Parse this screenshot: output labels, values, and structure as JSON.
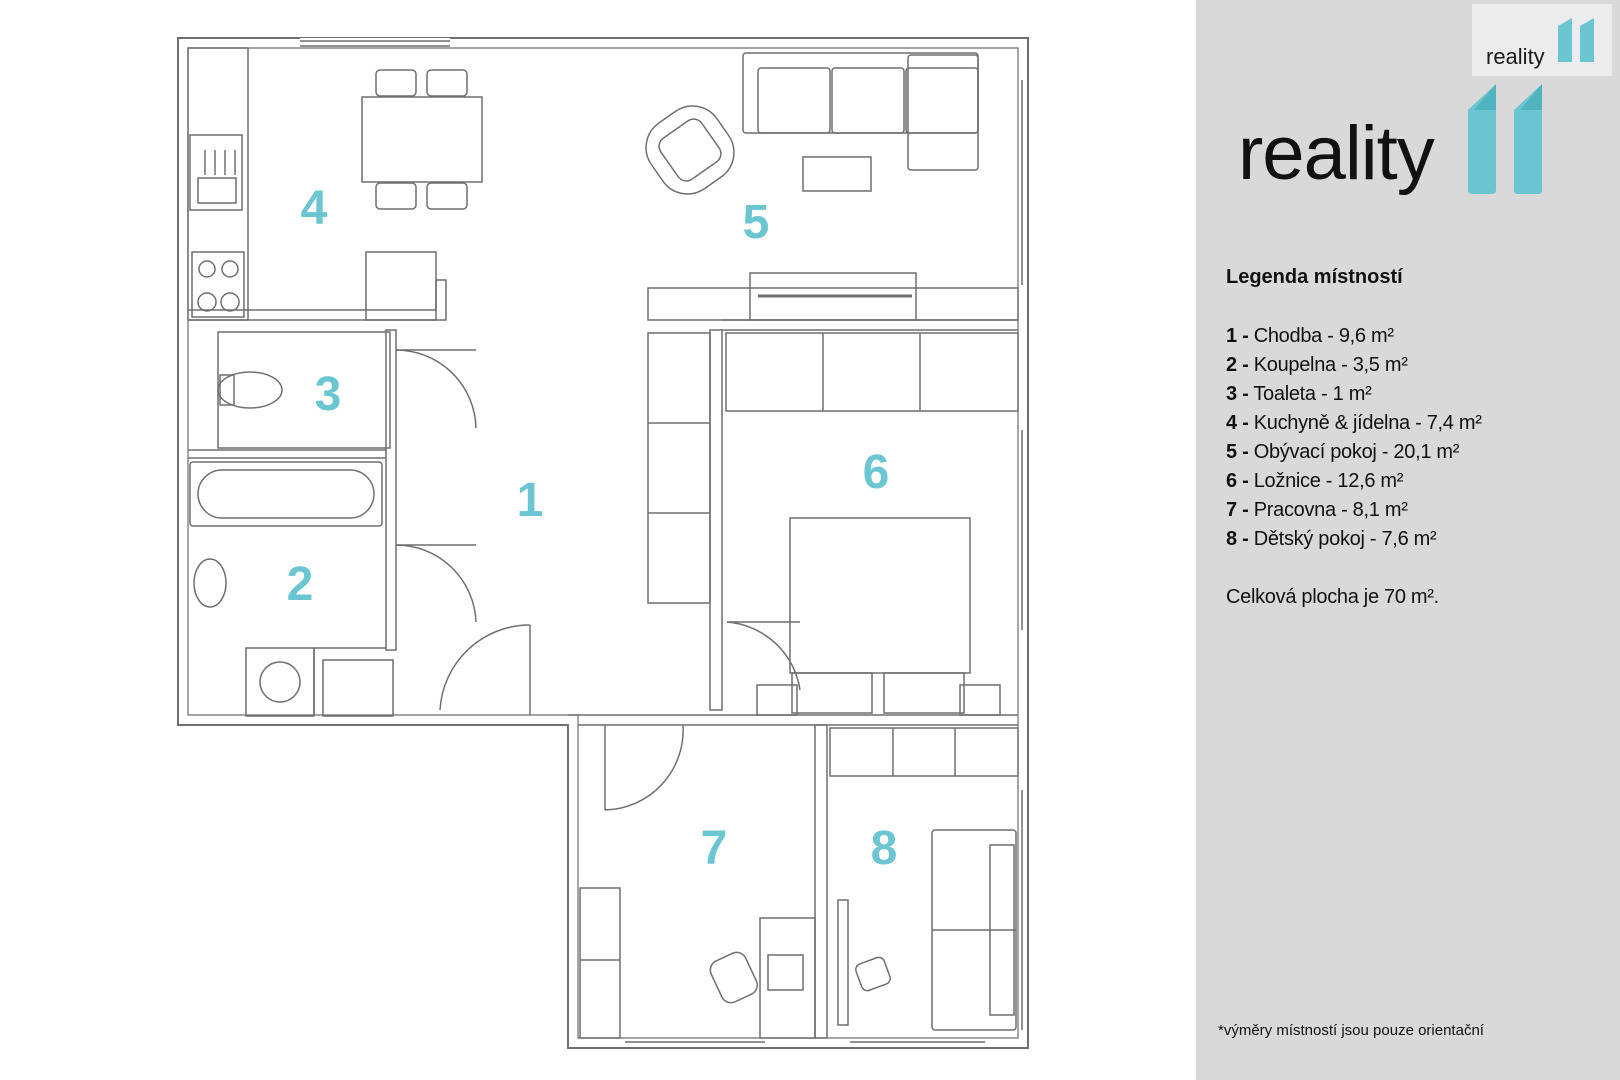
{
  "brand": {
    "small_logo_text": "reality",
    "big_logo_text": "reality",
    "logo_mark": "11",
    "accent_color": "#6cc6d1"
  },
  "plan": {
    "room_numbers": [
      "1",
      "2",
      "3",
      "4",
      "5",
      "6",
      "7",
      "8"
    ]
  },
  "legend": {
    "title": "Legenda místností",
    "items": [
      {
        "num": "1 -",
        "text": "Chodba - 9,6 m²"
      },
      {
        "num": "2 -",
        "text": "Koupelna - 3,5 m²"
      },
      {
        "num": "3 -",
        "text": "Toaleta - 1 m²"
      },
      {
        "num": "4 -",
        "text": "Kuchyně & jídelna - 7,4 m²"
      },
      {
        "num": "5 -",
        "text": "Obývací pokoj - 20,1 m²"
      },
      {
        "num": "6 -",
        "text": "Ložnice - 12,6 m²"
      },
      {
        "num": "7 -",
        "text": "Pracovna - 8,1 m²"
      },
      {
        "num": "8 -",
        "text": "Dětský pokoj - 7,6 m²"
      }
    ],
    "total": "Celková plocha je 70 m².",
    "footnote": "*výměry místností jsou pouze orientační"
  }
}
